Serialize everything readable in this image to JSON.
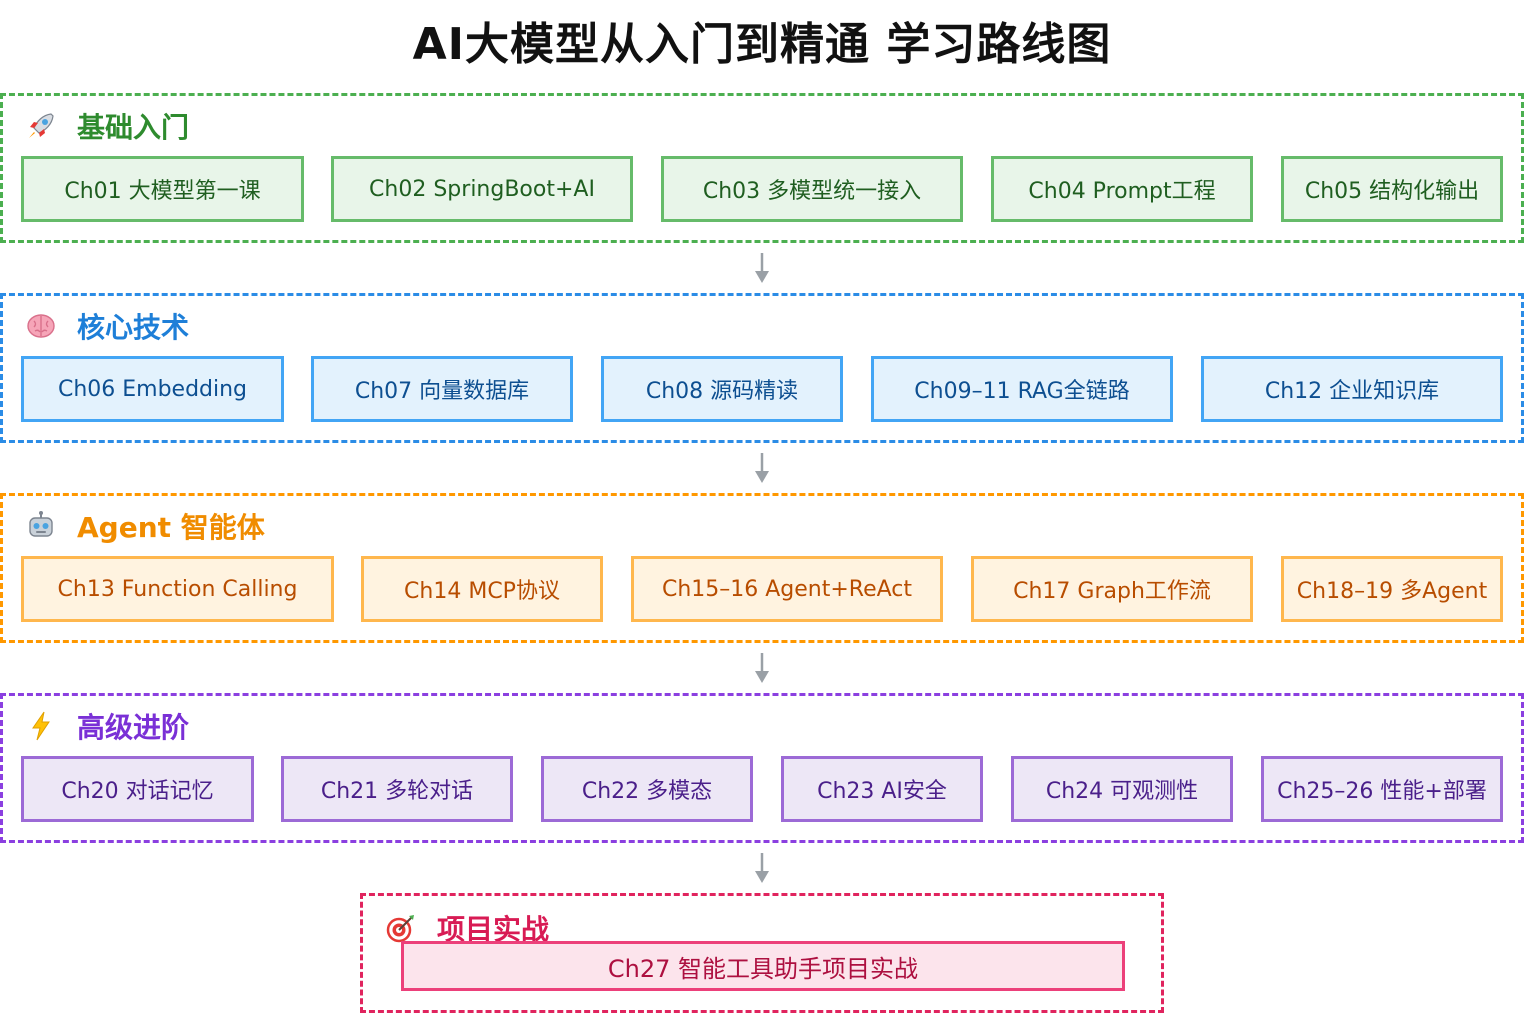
{
  "title": "AI大模型从入门到精通 学习路线图",
  "colors": {
    "foundation": "#4caf50",
    "core": "#2b8ce6",
    "agent": "#ff9800",
    "advanced": "#8b3fe0",
    "project": "#e0245e"
  },
  "stages": [
    {
      "icon": "rocket-icon",
      "label": "基础入门",
      "chapters": [
        "Ch01 大模型第一课",
        "Ch02 SpringBoot+AI",
        "Ch03 多模型统一接入",
        "Ch04 Prompt工程",
        "Ch05 结构化输出"
      ]
    },
    {
      "icon": "brain-icon",
      "label": "核心技术",
      "chapters": [
        "Ch06 Embedding",
        "Ch07 向量数据库",
        "Ch08 源码精读",
        "Ch09–11 RAG全链路",
        "Ch12 企业知识库"
      ]
    },
    {
      "icon": "robot-icon",
      "label": "Agent 智能体",
      "chapters": [
        "Ch13 Function Calling",
        "Ch14 MCP协议",
        "Ch15–16 Agent+ReAct",
        "Ch17 Graph工作流",
        "Ch18–19 多Agent"
      ]
    },
    {
      "icon": "lightning-icon",
      "label": "高级进阶",
      "chapters": [
        "Ch20 对话记忆",
        "Ch21 多轮对话",
        "Ch22 多模态",
        "Ch23 AI安全",
        "Ch24 可观测性",
        "Ch25–26 性能+部署"
      ]
    },
    {
      "icon": "target-icon",
      "label": "项目实战",
      "chapters": [
        "Ch27 智能工具助手项目实战"
      ]
    }
  ]
}
